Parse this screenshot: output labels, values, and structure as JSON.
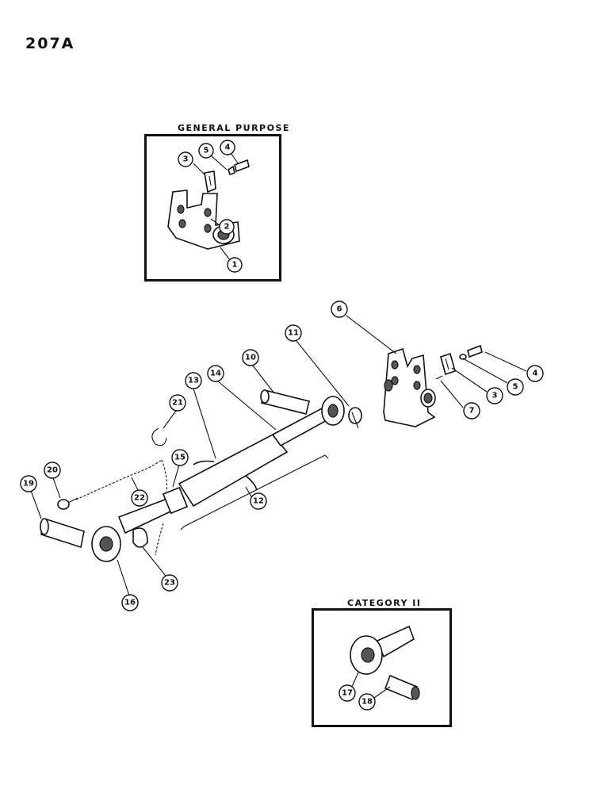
{
  "page_number": "207A",
  "insets": {
    "general_purpose": {
      "title": "GENERAL PURPOSE"
    },
    "category_ii": {
      "title": "CATEGORY II"
    }
  },
  "callouts": {
    "c1": "1",
    "c2": "2",
    "c3": "3",
    "c4": "4",
    "c5": "5",
    "c3b": "3",
    "c4b": "4",
    "c5b": "5",
    "c6": "6",
    "c7": "7",
    "c10": "10",
    "c11": "11",
    "c12": "12",
    "c13": "13",
    "c14": "14",
    "c15": "15",
    "c16": "16",
    "c17": "17",
    "c18": "18",
    "c19": "19",
    "c20": "20",
    "c21": "21",
    "c22": "22",
    "c23": "23"
  }
}
